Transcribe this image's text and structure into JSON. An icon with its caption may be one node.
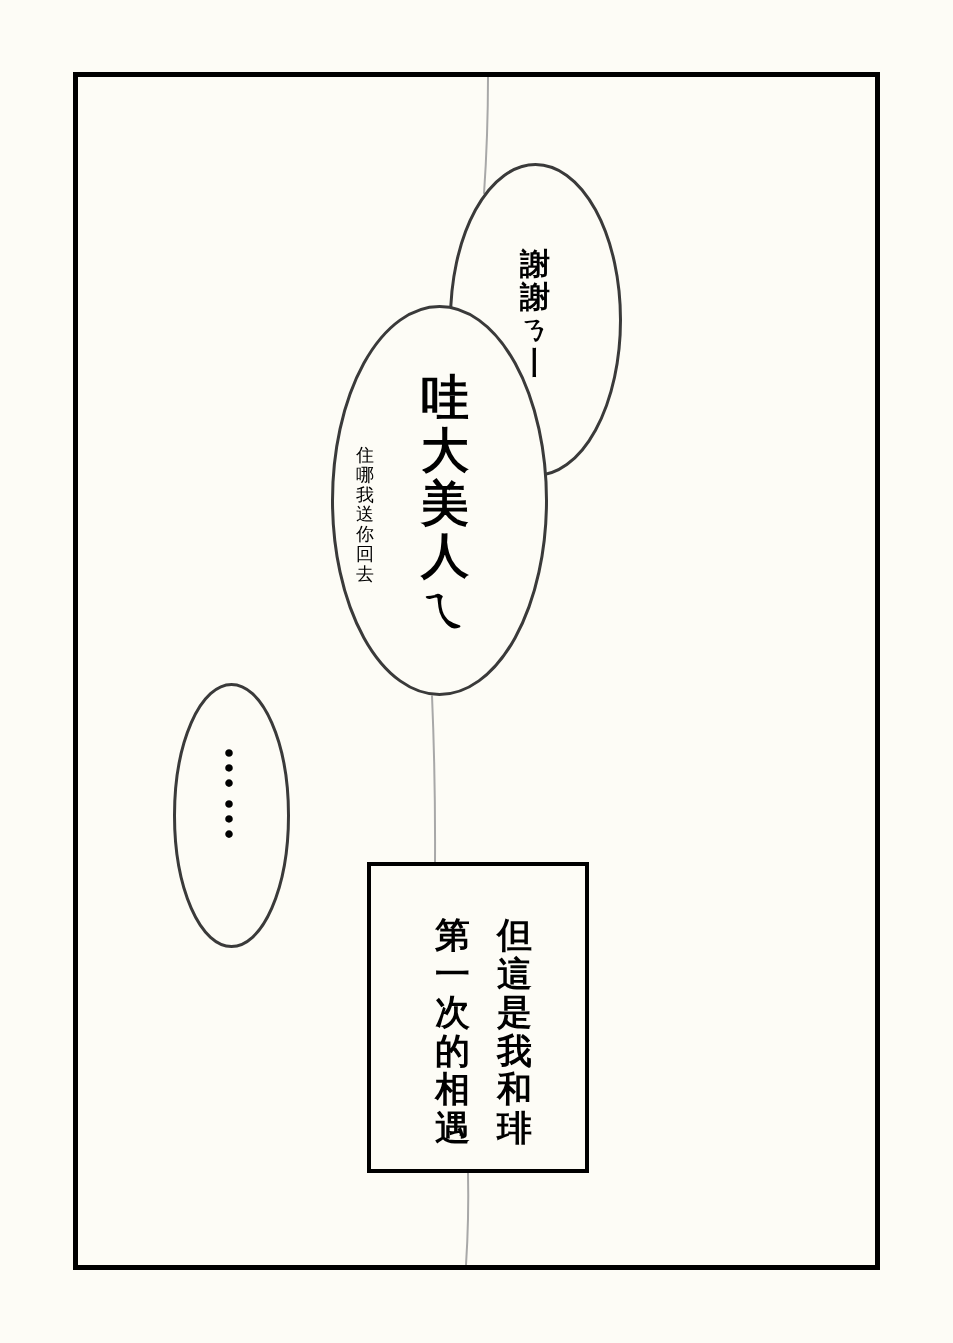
{
  "diagram": {
    "nodes": [
      {
        "text": [],
        "shape": "box"
      },
      {
        "text": [
          "謝謝ㄋ丨"
        ],
        "in": 0
      },
      {
        "text": [
          "住哪我送你回去",
          "哇大美人ㄟ"
        ],
        "in": 0
      },
      {
        "text": [
          "︙︙"
        ],
        "in": 0
      },
      {
        "text": [
          "第一次的相遇",
          "但這是我和琲"
        ],
        "in": 0
      }
    ],
    "edges": [
      {
        "from": 0,
        "to": 1,
        "arrow": "none"
      },
      {
        "from": 2,
        "to": 4,
        "arrow": "none"
      },
      {
        "from": 4,
        "to": 0,
        "arrow": "none"
      }
    ]
  }
}
